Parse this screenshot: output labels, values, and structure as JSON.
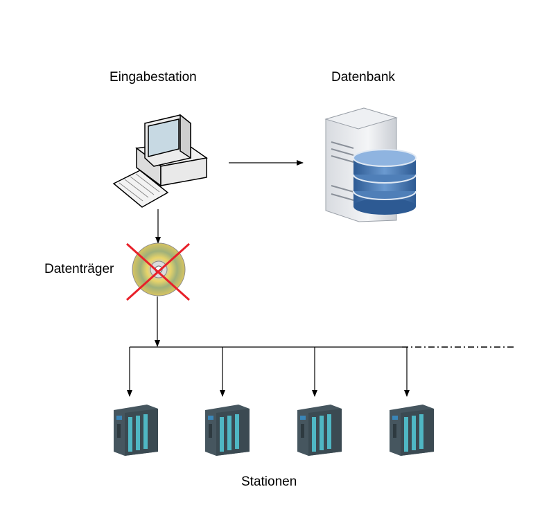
{
  "labels": {
    "input_station": "Eingabestation",
    "database": "Datenbank",
    "data_carrier": "Datenträger",
    "stations": "Stationen"
  },
  "icons": {
    "input_station": "desktop-computer-icon",
    "database": "database-server-icon",
    "data_carrier": "cd-disc-icon",
    "data_carrier_status": "crossed-out",
    "station": "plc-module-icon"
  },
  "station_count": 4,
  "colors": {
    "cross": "#e8202a",
    "db_cylinder": "#3c6fae",
    "plc_accent": "#4fb7c4",
    "plc_body": "#3b4a52",
    "line": "#000000"
  }
}
